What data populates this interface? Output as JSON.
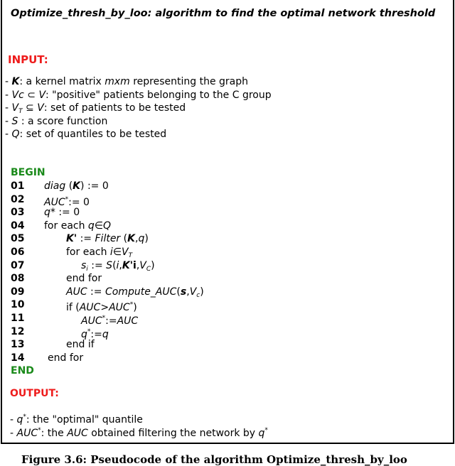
{
  "title": "Optimize_thresh_by_loo: algorithm to find the optimal network threshold",
  "input_label": "INPUT:",
  "inputs": [
    [
      [
        "- ",
        ""
      ],
      [
        "K",
        "bi"
      ],
      [
        ": a kernel matrix ",
        ""
      ],
      [
        "mxm",
        "i"
      ],
      [
        " representing the graph",
        ""
      ]
    ],
    [
      [
        "- ",
        ""
      ],
      [
        "Vc",
        "i"
      ],
      [
        " ⊂ ",
        ""
      ],
      [
        "V",
        "i"
      ],
      [
        ": \"positive\" patients belonging to the C group",
        ""
      ]
    ],
    [
      [
        "- ",
        ""
      ],
      [
        "V",
        "i"
      ],
      [
        "T",
        "sub"
      ],
      [
        " ⊆ ",
        ""
      ],
      [
        "V",
        "i"
      ],
      [
        ":  set of patients to be tested",
        ""
      ]
    ],
    [
      [
        "- ",
        ""
      ],
      [
        "S",
        "i"
      ],
      [
        " : a score function",
        ""
      ]
    ],
    [
      [
        "- ",
        ""
      ],
      [
        "Q",
        "i"
      ],
      [
        ": set of quantiles to be tested",
        ""
      ]
    ]
  ],
  "begin_label": "BEGIN",
  "end_label": "END",
  "code": [
    {
      "num": "01",
      "indent": 1,
      "segs": [
        [
          "diag",
          "i"
        ],
        [
          " (",
          ""
        ],
        [
          "K",
          "bi"
        ],
        [
          ") := 0",
          ""
        ]
      ]
    },
    {
      "num": "02",
      "indent": 1,
      "segs": [
        [
          "AUC",
          "i"
        ],
        [
          "*",
          "sup"
        ],
        [
          ":= 0",
          ""
        ]
      ]
    },
    {
      "num": "03",
      "indent": 1,
      "segs": [
        [
          "q",
          "i"
        ],
        [
          "* := 0",
          ""
        ]
      ]
    },
    {
      "num": "04",
      "indent": 1,
      "segs": [
        [
          "for each ",
          ""
        ],
        [
          "q",
          "i"
        ],
        [
          "∈",
          ""
        ],
        [
          "Q",
          "i"
        ]
      ]
    },
    {
      "num": "05",
      "indent": 2,
      "segs": [
        [
          "K'",
          "bi"
        ],
        [
          " := ",
          ""
        ],
        [
          "Filter",
          "i"
        ],
        [
          " (",
          ""
        ],
        [
          "K",
          "bi"
        ],
        [
          ",",
          ""
        ],
        [
          "q",
          "i"
        ],
        [
          ")",
          ""
        ]
      ]
    },
    {
      "num": "06",
      "indent": 2,
      "segs": [
        [
          "for each ",
          ""
        ],
        [
          "i",
          "i"
        ],
        [
          "∈",
          ""
        ],
        [
          "V",
          "i"
        ],
        [
          "T",
          "sub"
        ]
      ]
    },
    {
      "num": "07",
      "indent": 3,
      "segs": [
        [
          "s",
          "i"
        ],
        [
          "i",
          "sub"
        ],
        [
          " := ",
          ""
        ],
        [
          "S",
          "i"
        ],
        [
          "(",
          ""
        ],
        [
          "i",
          "i"
        ],
        [
          ",",
          ""
        ],
        [
          "K'",
          "bi"
        ],
        [
          "i",
          "b"
        ],
        [
          ",",
          ""
        ],
        [
          "V",
          "i"
        ],
        [
          "C",
          "sub"
        ],
        [
          ")",
          ""
        ]
      ]
    },
    {
      "num": "08",
      "indent": 2,
      "segs": [
        [
          "end for",
          ""
        ]
      ]
    },
    {
      "num": "09",
      "indent": 2,
      "segs": [
        [
          "AUC",
          "i"
        ],
        [
          " := ",
          ""
        ],
        [
          "Compute_AUC",
          "i"
        ],
        [
          "(",
          ""
        ],
        [
          "s",
          "bi"
        ],
        [
          ",",
          ""
        ],
        [
          "V",
          "i"
        ],
        [
          "c",
          "sub"
        ],
        [
          ")",
          ""
        ]
      ]
    },
    {
      "num": "10",
      "indent": 2,
      "segs": [
        [
          "if (",
          ""
        ],
        [
          "AUC",
          "i"
        ],
        [
          ">",
          ""
        ],
        [
          "AUC",
          "i"
        ],
        [
          "*",
          "sup"
        ],
        [
          ")",
          ""
        ]
      ]
    },
    {
      "num": "11",
      "indent": 3,
      "segs": [
        [
          "AUC",
          "i"
        ],
        [
          "*",
          "sup"
        ],
        [
          ":=",
          ""
        ],
        [
          "AUC",
          "i"
        ]
      ]
    },
    {
      "num": "12",
      "indent": 3,
      "segs": [
        [
          "q",
          "i"
        ],
        [
          "*",
          "sup"
        ],
        [
          ":=",
          ""
        ],
        [
          "q",
          "i"
        ]
      ]
    },
    {
      "num": "13",
      "indent": 2,
      "segs": [
        [
          "end if",
          ""
        ]
      ]
    },
    {
      "num": "14",
      "indent": 0,
      "segs": [
        [
          "end for",
          ""
        ]
      ]
    }
  ],
  "output_label": "OUTPUT:",
  "outputs": [
    [
      [
        "- ",
        ""
      ],
      [
        "q",
        "i"
      ],
      [
        "*",
        "sup"
      ],
      [
        ": the \"optimal\" quantile",
        ""
      ]
    ],
    [
      [
        "- ",
        ""
      ],
      [
        "AUC",
        "i"
      ],
      [
        "*",
        "sup"
      ],
      [
        ": the ",
        ""
      ],
      [
        "AUC",
        "i"
      ],
      [
        " obtained filtering the network by ",
        ""
      ],
      [
        "q",
        "i"
      ],
      [
        "*",
        "sup"
      ]
    ]
  ],
  "caption": "Figure 3.6: Pseudocode of the algorithm Optimize_thresh_by_loo"
}
